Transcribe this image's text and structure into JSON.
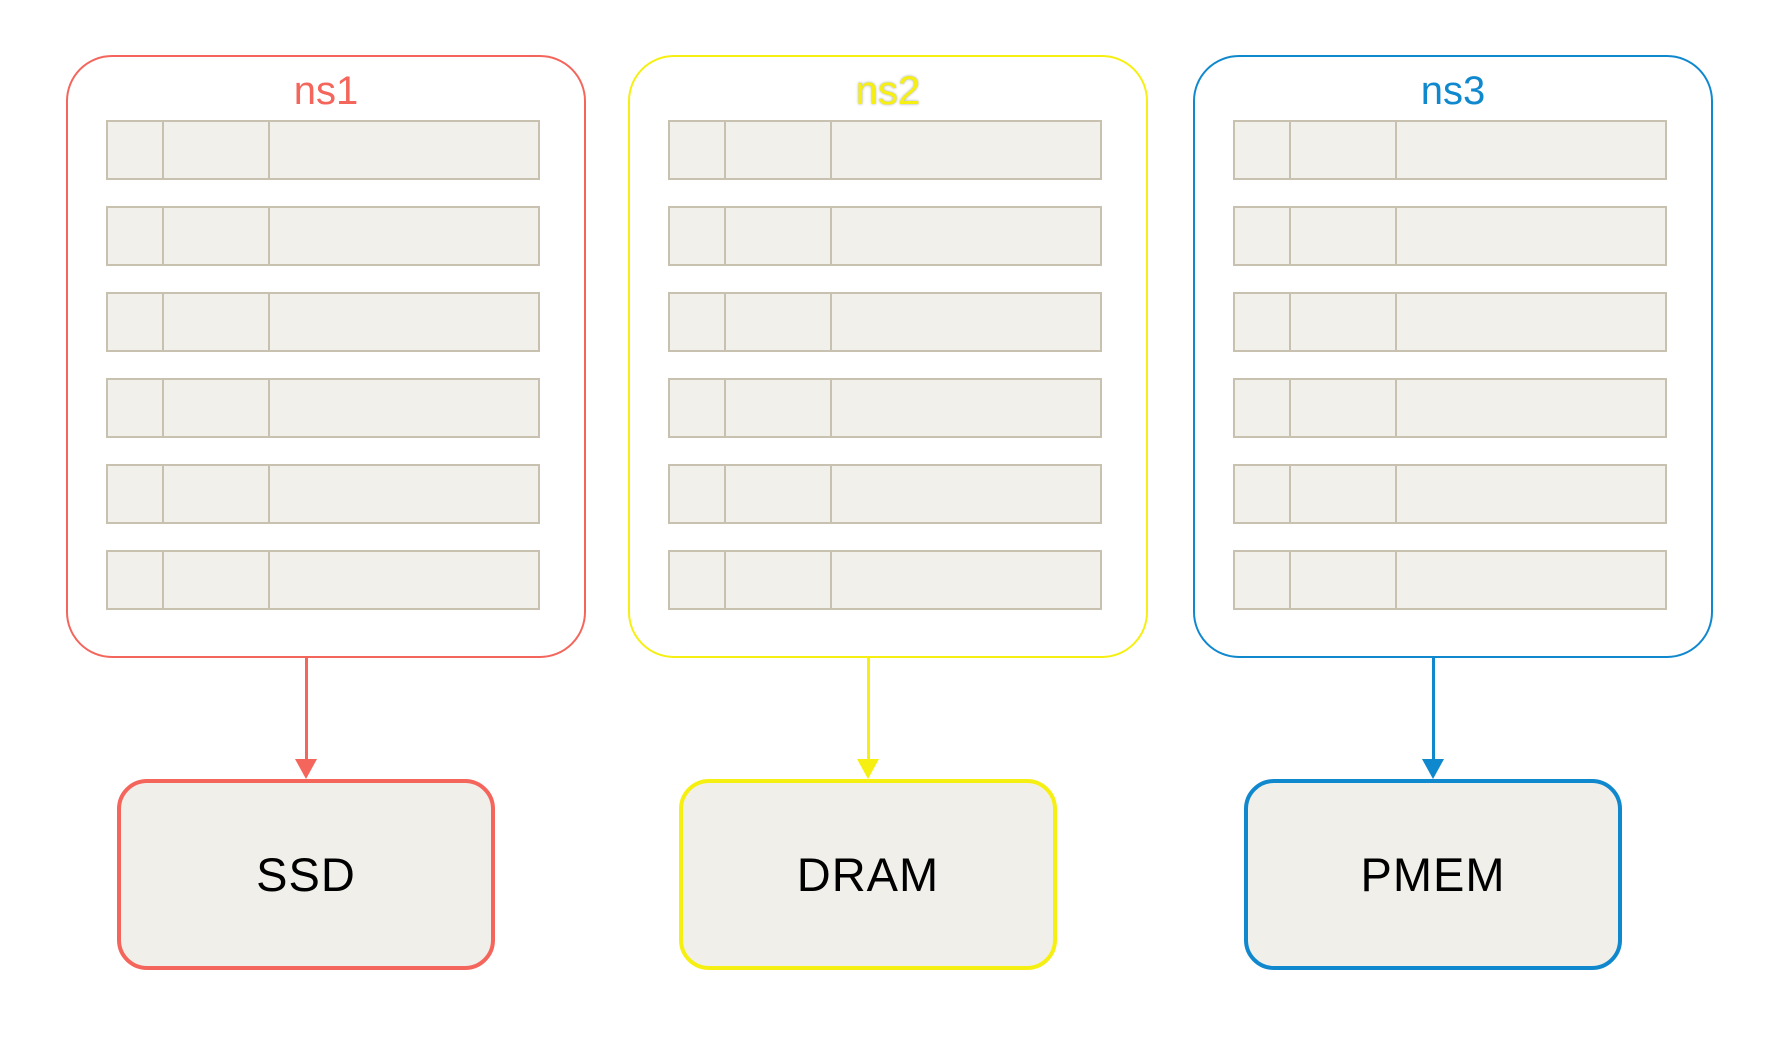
{
  "diagram": {
    "namespaces": [
      {
        "label": "ns1",
        "color": "#f4665c",
        "label_glow": false,
        "row_count": 6,
        "target": {
          "label": "SSD"
        }
      },
      {
        "label": "ns2",
        "color": "#f6ef12",
        "label_glow": true,
        "row_count": 6,
        "target": {
          "label": "DRAM"
        }
      },
      {
        "label": "ns3",
        "color": "#1088ce",
        "label_glow": false,
        "row_count": 6,
        "target": {
          "label": "PMEM"
        }
      }
    ],
    "row_cells_percent": [
      13.3,
      24.7,
      62.0
    ],
    "row_fill": "#f1f0ea",
    "row_border": "#c8c1af",
    "box_fill": "#f0efe9",
    "box_text_color": "#000000"
  }
}
